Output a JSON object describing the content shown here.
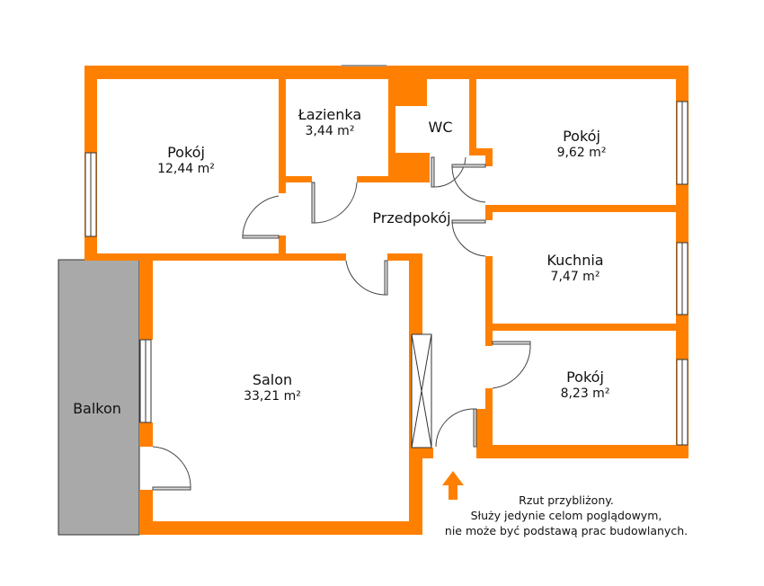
{
  "rooms": [
    {
      "name": "Pokój",
      "area": "12,44 m²"
    },
    {
      "name": "Łazienka",
      "area": "3,44 m²"
    },
    {
      "name": "WC"
    },
    {
      "name": "Pokój",
      "area": "9,62 m²"
    },
    {
      "name": "Przedpokój"
    },
    {
      "name": "Kuchnia",
      "area": "7,47 m²"
    },
    {
      "name": "Salon",
      "area": "33,21 m²"
    },
    {
      "name": "Pokój",
      "area": "8,23 m²"
    },
    {
      "name": "Balkon"
    }
  ],
  "note": [
    "Rzut przybliżony.",
    "Służy jedynie celom poglądowym,",
    "nie może być podstawą prac budowlanych."
  ],
  "colors": {
    "wall": "#ff8000",
    "balcony": "#a9a9a9"
  }
}
